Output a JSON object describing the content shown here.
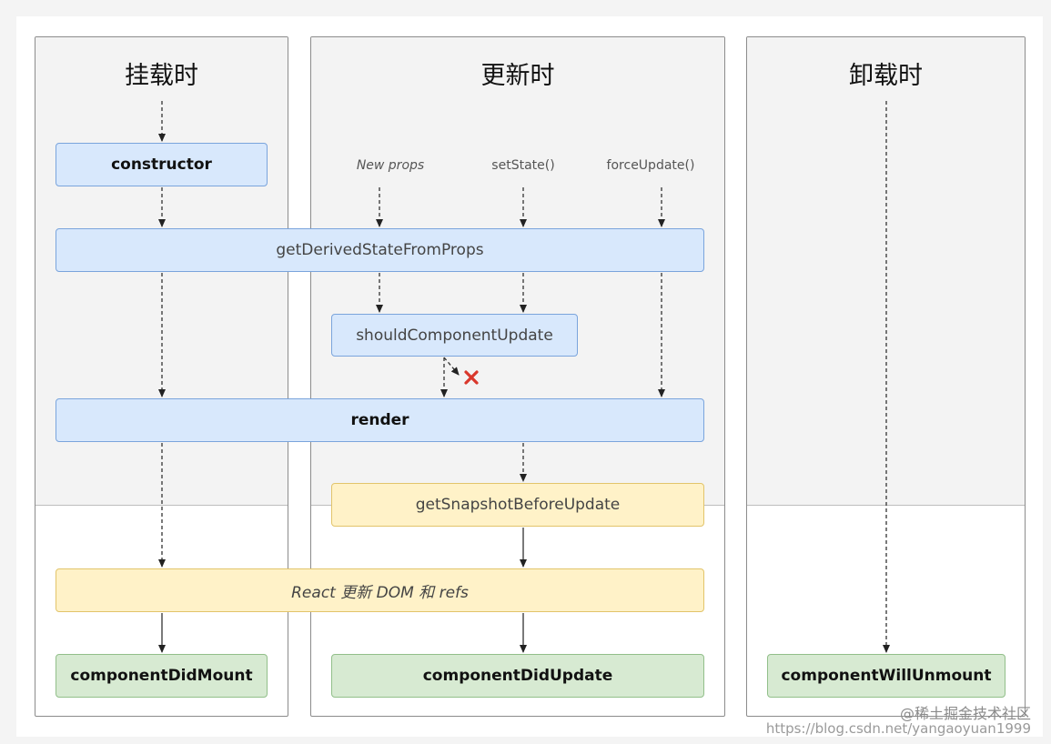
{
  "columns": {
    "mount": {
      "title": "挂载时"
    },
    "update": {
      "title": "更新时"
    },
    "unmount": {
      "title": "卸载时"
    }
  },
  "triggers": {
    "new_props": "New props",
    "set_state": "setState()",
    "force_update": "forceUpdate()"
  },
  "boxes": {
    "constructor": "constructor",
    "get_derived_state": "getDerivedStateFromProps",
    "should_component_update": "shouldComponentUpdate",
    "render": "render",
    "get_snapshot": "getSnapshotBeforeUpdate",
    "react_update_dom": "React 更新 DOM 和 refs",
    "component_did_mount": "componentDidMount",
    "component_did_update": "componentDidUpdate",
    "component_will_unmount": "componentWillUnmount"
  },
  "cancel_icon": "close-icon",
  "colors": {
    "blue_fill": "#d8e8fc",
    "yellow_fill": "#fff2c8",
    "green_fill": "#d7ead2",
    "cancel_red": "#d9372b"
  },
  "watermark": {
    "brand": "@稀土掘金技术社区",
    "url": "https://blog.csdn.net/yangaoyuan1999"
  }
}
